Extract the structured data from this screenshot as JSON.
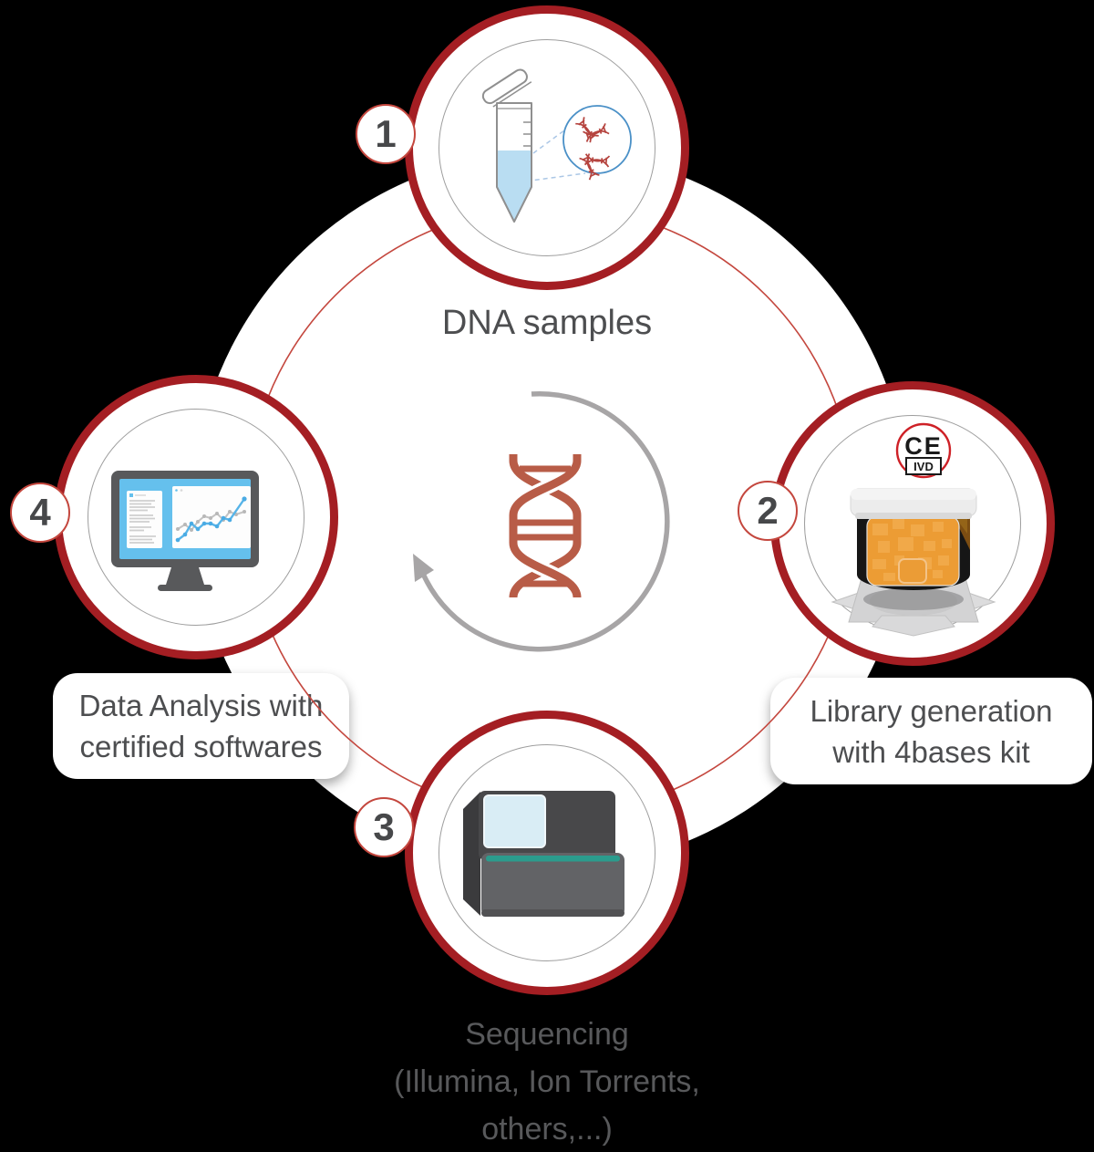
{
  "diagram_type": "circular-workflow",
  "steps": [
    {
      "number": "1",
      "icon": "sample-tube-icon",
      "label_lines": [
        "DNA samples"
      ]
    },
    {
      "number": "2",
      "icon": "reagent-kit-jar-icon",
      "label_lines": [
        "Library generation",
        "with 4bases kit"
      ],
      "certification": {
        "ce": "CE",
        "ivd": "IVD"
      }
    },
    {
      "number": "3",
      "icon": "sequencer-machine-icon",
      "label_lines": [
        "Sequencing",
        "(Illumina, Ion Torrents,",
        "others,...)"
      ]
    },
    {
      "number": "4",
      "icon": "analysis-monitor-icon",
      "label_lines": [
        "Data Analysis with",
        "certified softwares"
      ]
    }
  ],
  "center": {
    "icon": "dna-helix-icon",
    "arrow_icon": "cycle-arrow-icon"
  },
  "colors": {
    "background": "#000000",
    "blob": "#ffffff",
    "step_ring_red": "#a41e23",
    "thin_accent_red": "#c4473e",
    "label_text": "#4d4e50",
    "bottom_label_text": "#58595b",
    "helix_terracotta": "#b85c47",
    "cycle_arrow_gray": "#a7a5a6",
    "ce_mark_red": "#ce2127",
    "liquid_blue": "#b9ddf2",
    "magnifier_blue": "#4a90c7",
    "screen_blue": "#65c0ed",
    "kit_label_orange": "#ec9c34",
    "sequencer_teal": "#2b9c8d"
  }
}
